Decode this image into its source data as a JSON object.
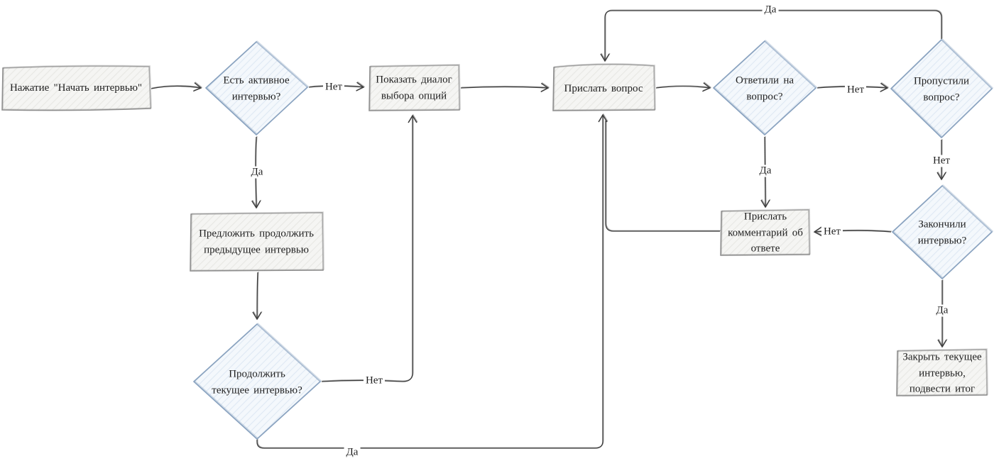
{
  "diagram": {
    "description": "Flowchart of interview bot logic (hand-drawn sketch style)",
    "palette": {
      "process_fill": "#f5f5f3",
      "process_stroke": "#8c8c8c",
      "decision_fill": "#f4f8fc",
      "decision_stroke": "#8aa3c0",
      "edge_color": "#3c3c3c",
      "text_color": "#1f1f1f",
      "background": "#ffffff"
    },
    "nodes": [
      {
        "id": "start",
        "type": "process",
        "label": "Нажатие \"Начать интервью\""
      },
      {
        "id": "has-active",
        "type": "decision",
        "label": "Есть активное\nинтервью?"
      },
      {
        "id": "show-options",
        "type": "process",
        "label": "Показать диалог\nвыбора опций"
      },
      {
        "id": "send-question",
        "type": "process",
        "label": "Прислать вопрос"
      },
      {
        "id": "answered",
        "type": "decision",
        "label": "Ответили на\nвопрос?"
      },
      {
        "id": "skipped",
        "type": "decision",
        "label": "Пропустили\nвопрос?"
      },
      {
        "id": "offer-continue",
        "type": "process",
        "label": "Предложить продолжить\nпредыдущее интервью"
      },
      {
        "id": "continue-current",
        "type": "decision",
        "label": "Продолжить\nтекущее интервью?"
      },
      {
        "id": "send-comment",
        "type": "process",
        "label": "Прислать\nкомментарий об\nответе"
      },
      {
        "id": "finished",
        "type": "decision",
        "label": "Закончили\nинтервью?"
      },
      {
        "id": "close-interview",
        "type": "process",
        "label": "Закрыть текущее\nинтервью,\nподвести итог"
      }
    ],
    "edges": [
      {
        "from": "start",
        "to": "has-active",
        "label": ""
      },
      {
        "from": "has-active",
        "to": "show-options",
        "label": "Нет"
      },
      {
        "from": "has-active",
        "to": "offer-continue",
        "label": "Да"
      },
      {
        "from": "show-options",
        "to": "send-question",
        "label": ""
      },
      {
        "from": "offer-continue",
        "to": "continue-current",
        "label": ""
      },
      {
        "from": "continue-current",
        "to": "show-options",
        "label": "Нет"
      },
      {
        "from": "continue-current",
        "to": "send-question",
        "label": "Да"
      },
      {
        "from": "send-question",
        "to": "answered",
        "label": ""
      },
      {
        "from": "answered",
        "to": "skipped",
        "label": "Нет"
      },
      {
        "from": "answered",
        "to": "send-comment",
        "label": "Да"
      },
      {
        "from": "skipped",
        "to": "send-question",
        "label": "Да"
      },
      {
        "from": "skipped",
        "to": "finished",
        "label": "Нет"
      },
      {
        "from": "finished",
        "to": "send-comment",
        "label": "Нет"
      },
      {
        "from": "send-comment",
        "to": "send-question",
        "label": ""
      },
      {
        "from": "finished",
        "to": "close-interview",
        "label": "Да"
      }
    ]
  }
}
